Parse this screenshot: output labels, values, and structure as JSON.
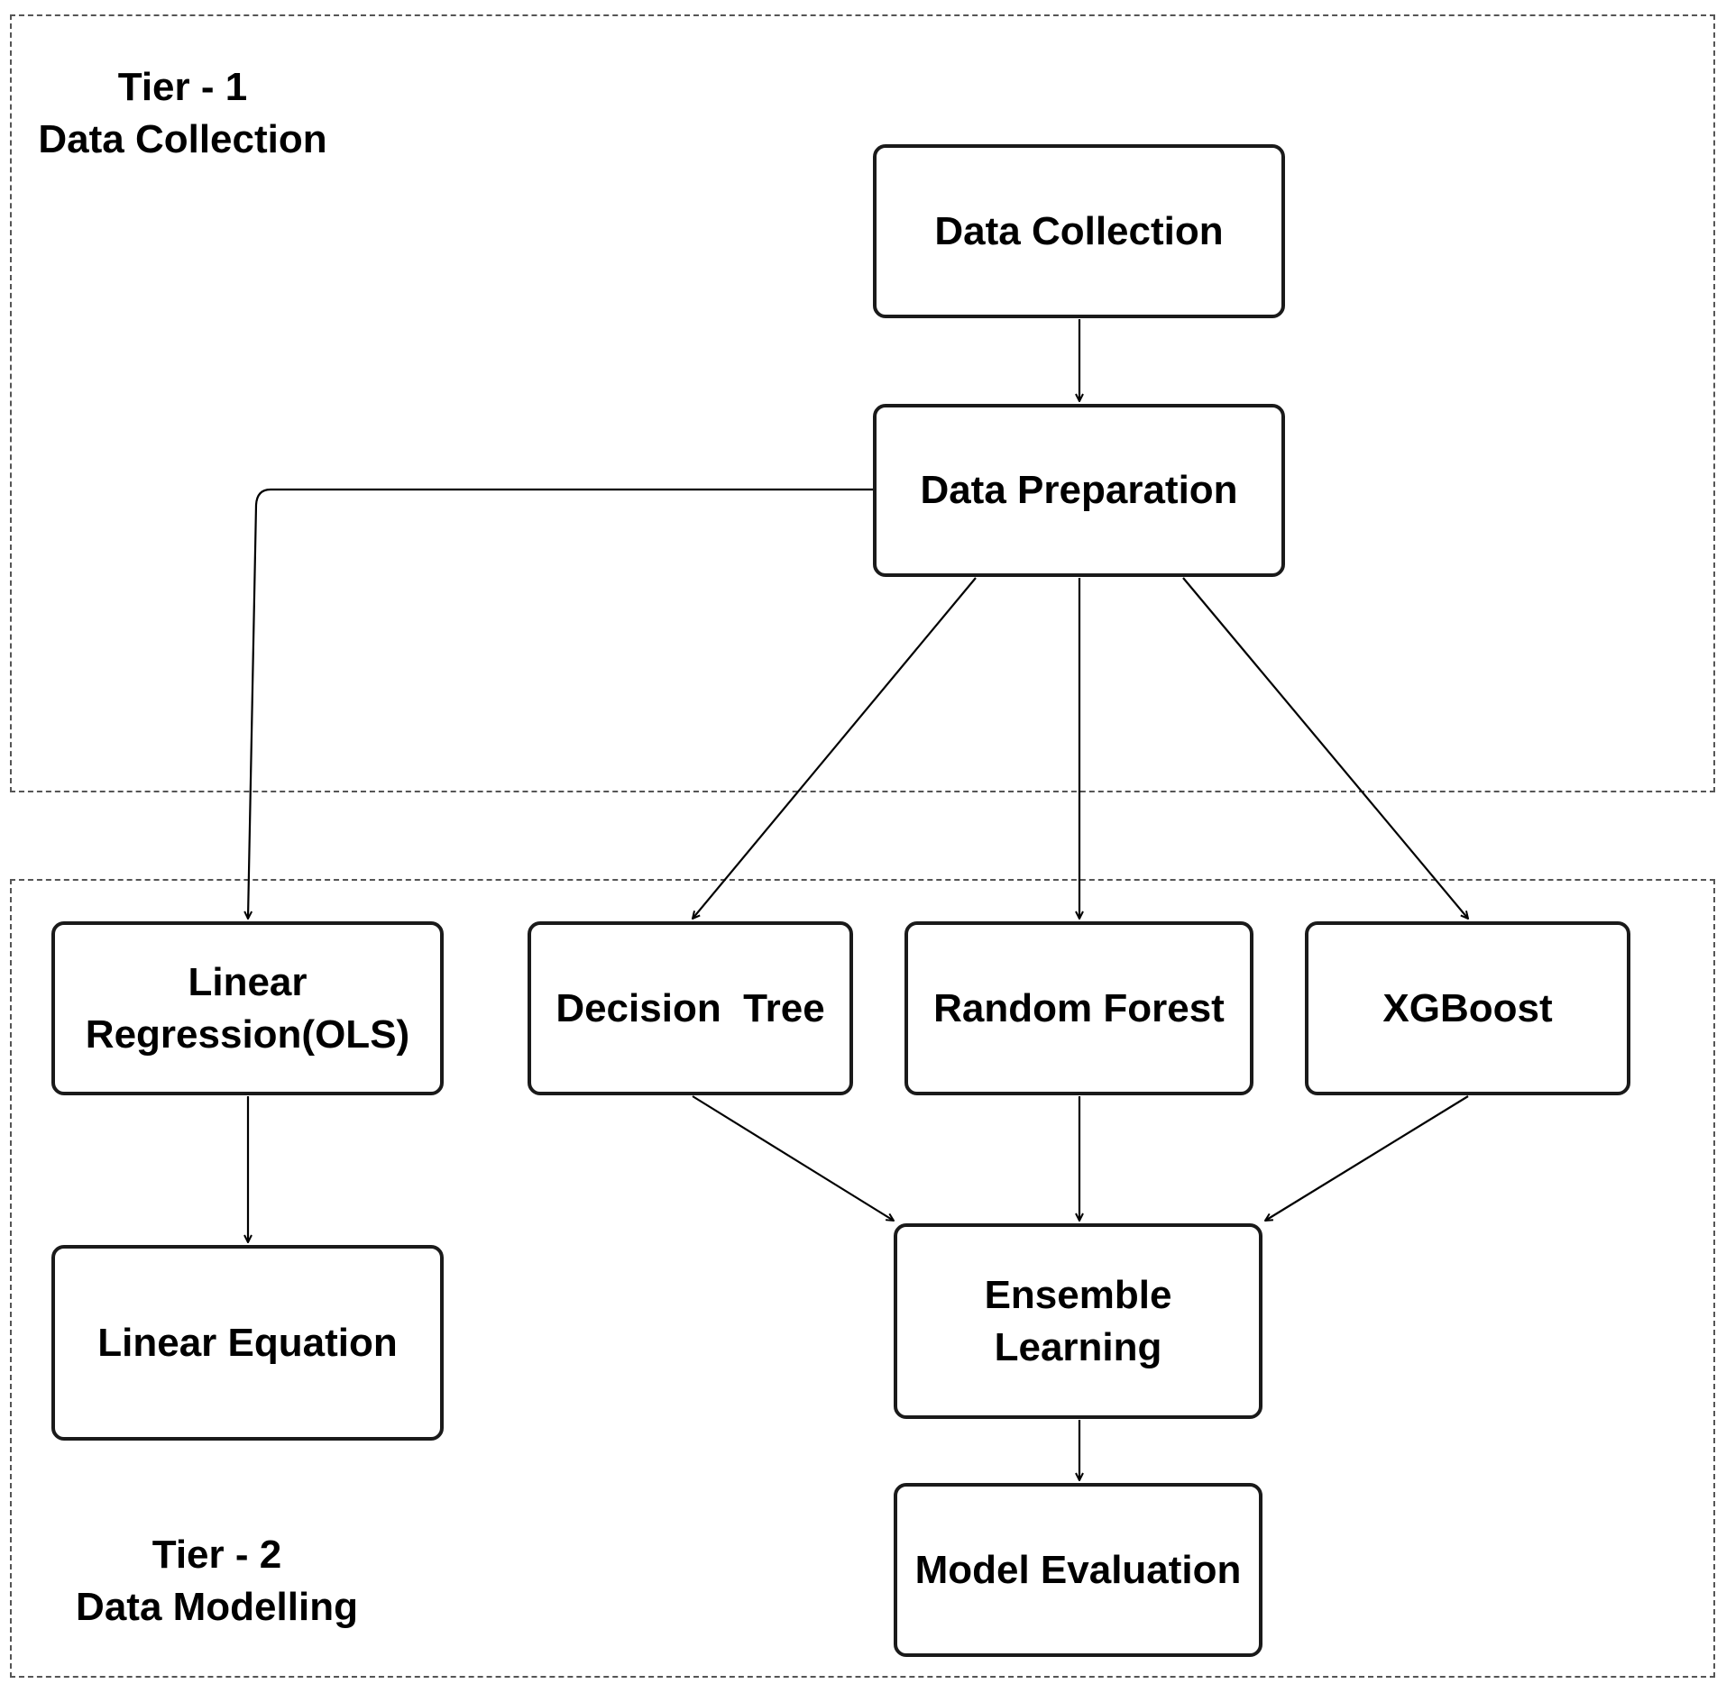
{
  "tiers": {
    "tier1": {
      "title": "Tier - 1",
      "subtitle": "Data Collection"
    },
    "tier2": {
      "title": "Tier - 2",
      "subtitle": "Data Modelling"
    }
  },
  "nodes": {
    "data_collection": {
      "label": "Data Collection"
    },
    "data_preparation": {
      "label": "Data Preparation"
    },
    "linear_regression": {
      "line1": "Linear",
      "line2": "Regression(OLS)"
    },
    "decision_tree": {
      "label": "Decision  Tree"
    },
    "random_forest": {
      "label": "Random Forest"
    },
    "xgboost": {
      "label": "XGBoost"
    },
    "linear_equation": {
      "label": "Linear Equation"
    },
    "ensemble_learning": {
      "line1": "Ensemble",
      "line2": "Learning"
    },
    "model_evaluation": {
      "label": "Model Evaluation"
    }
  },
  "edges": [
    {
      "from": "Data Collection",
      "to": "Data Preparation"
    },
    {
      "from": "Data Preparation",
      "to": "Linear Regression(OLS)"
    },
    {
      "from": "Data Preparation",
      "to": "Decision  Tree"
    },
    {
      "from": "Data Preparation",
      "to": "Random Forest"
    },
    {
      "from": "Data Preparation",
      "to": "XGBoost"
    },
    {
      "from": "Linear Regression(OLS)",
      "to": "Linear Equation"
    },
    {
      "from": "Decision  Tree",
      "to": "Ensemble Learning"
    },
    {
      "from": "Random Forest",
      "to": "Ensemble Learning"
    },
    {
      "from": "XGBoost",
      "to": "Ensemble Learning"
    },
    {
      "from": "Ensemble Learning",
      "to": "Model Evaluation"
    }
  ]
}
